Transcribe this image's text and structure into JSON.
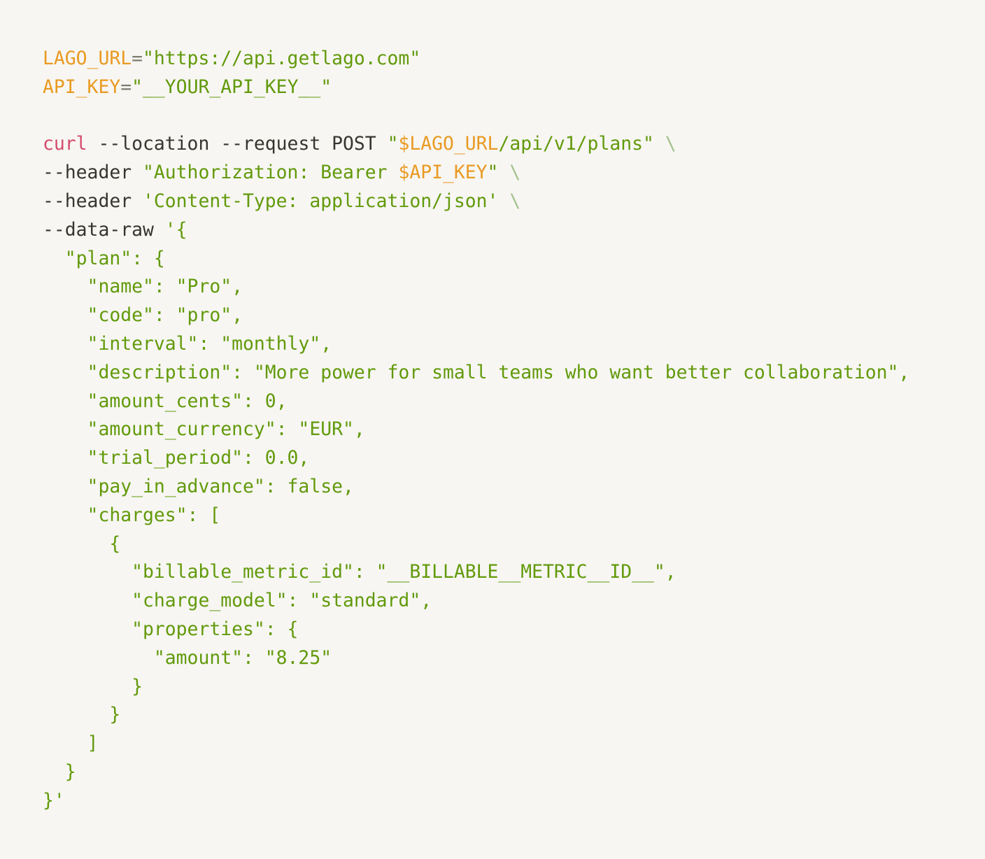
{
  "code": {
    "language": "bash",
    "colors": {
      "background": "#f7f6f3",
      "variable": "#e99a22",
      "string": "#629a0b",
      "command": "#d44c6c",
      "plain": "#37352f",
      "line_continuation": "#a3c28a"
    },
    "lines": [
      [
        {
          "t": "var",
          "v": "LAGO_URL"
        },
        {
          "t": "op",
          "v": "="
        },
        {
          "t": "str",
          "v": "\"https://api.getlago.com\""
        }
      ],
      [
        {
          "t": "var",
          "v": "API_KEY"
        },
        {
          "t": "op",
          "v": "="
        },
        {
          "t": "str",
          "v": "\"__YOUR_API_KEY__\""
        }
      ],
      [],
      [
        {
          "t": "cmd",
          "v": "curl"
        },
        {
          "t": "plain",
          "v": " --location --request POST "
        },
        {
          "t": "str",
          "v": "\""
        },
        {
          "t": "var",
          "v": "$LAGO_URL"
        },
        {
          "t": "str",
          "v": "/api/v1/plans\""
        },
        {
          "t": "plain",
          "v": " "
        },
        {
          "t": "cont",
          "v": "\\"
        }
      ],
      [
        {
          "t": "plain",
          "v": "--header "
        },
        {
          "t": "str",
          "v": "\"Authorization: Bearer "
        },
        {
          "t": "var",
          "v": "$API_KEY"
        },
        {
          "t": "str",
          "v": "\""
        },
        {
          "t": "plain",
          "v": " "
        },
        {
          "t": "cont",
          "v": "\\"
        }
      ],
      [
        {
          "t": "plain",
          "v": "--header "
        },
        {
          "t": "str",
          "v": "'Content-Type: application/json'"
        },
        {
          "t": "plain",
          "v": " "
        },
        {
          "t": "cont",
          "v": "\\"
        }
      ],
      [
        {
          "t": "plain",
          "v": "--data-raw "
        },
        {
          "t": "str",
          "v": "'{"
        }
      ],
      [
        {
          "t": "str",
          "v": "  \"plan\": {"
        }
      ],
      [
        {
          "t": "str",
          "v": "    \"name\": \"Pro\","
        }
      ],
      [
        {
          "t": "str",
          "v": "    \"code\": \"pro\","
        }
      ],
      [
        {
          "t": "str",
          "v": "    \"interval\": \"monthly\","
        }
      ],
      [
        {
          "t": "str",
          "v": "    \"description\": \"More power for small teams who want better collaboration\","
        }
      ],
      [
        {
          "t": "str",
          "v": "    \"amount_cents\": 0,"
        }
      ],
      [
        {
          "t": "str",
          "v": "    \"amount_currency\": \"EUR\","
        }
      ],
      [
        {
          "t": "str",
          "v": "    \"trial_period\": 0.0,"
        }
      ],
      [
        {
          "t": "str",
          "v": "    \"pay_in_advance\": false,"
        }
      ],
      [
        {
          "t": "str",
          "v": "    \"charges\": ["
        }
      ],
      [
        {
          "t": "str",
          "v": "      {"
        }
      ],
      [
        {
          "t": "str",
          "v": "        \"billable_metric_id\": \"__BILLABLE__METRIC__ID__\","
        }
      ],
      [
        {
          "t": "str",
          "v": "        \"charge_model\": \"standard\","
        }
      ],
      [
        {
          "t": "str",
          "v": "        \"properties\": {"
        }
      ],
      [
        {
          "t": "str",
          "v": "          \"amount\": \"8.25\""
        }
      ],
      [
        {
          "t": "str",
          "v": "        }"
        }
      ],
      [
        {
          "t": "str",
          "v": "      }"
        }
      ],
      [
        {
          "t": "str",
          "v": "    ]"
        }
      ],
      [
        {
          "t": "str",
          "v": "  }"
        }
      ],
      [
        {
          "t": "str",
          "v": "}'"
        }
      ]
    ]
  }
}
